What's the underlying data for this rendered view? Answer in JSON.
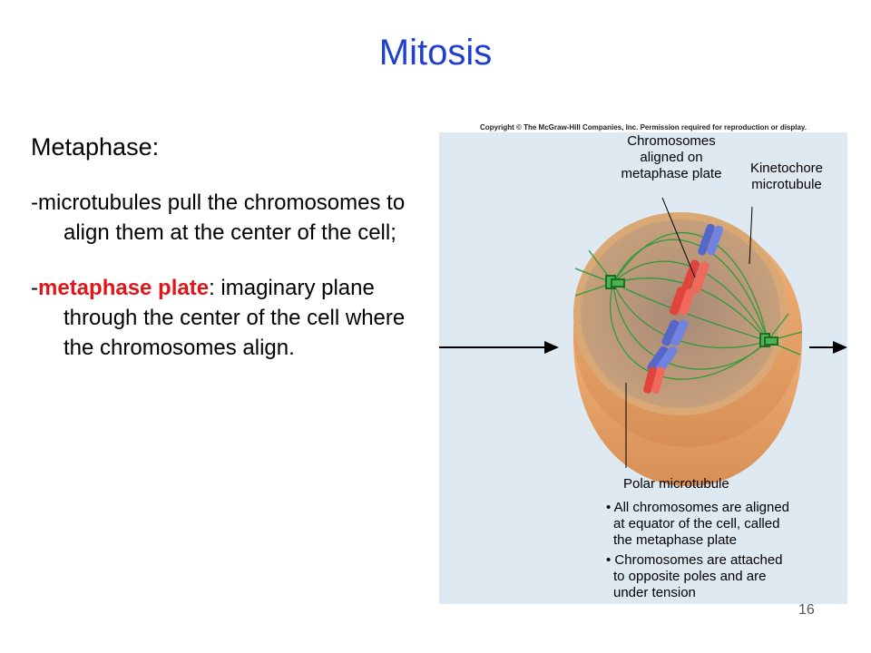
{
  "slide": {
    "title": "Mitosis",
    "number": "16"
  },
  "content": {
    "heading": "Metaphase:",
    "bullet1": "-microtubules pull the chromosomes to align them at the center of the cell;",
    "bullet2_prefix": "-",
    "bullet2_term": "metaphase plate",
    "bullet2_rest": ": imaginary plane through the center of the cell where the chromosomes align."
  },
  "figure": {
    "copyright": "Copyright © The McGraw-Hill Companies, Inc. Permission required for reproduction or display.",
    "label_chromosomes": [
      "Chromosomes",
      "aligned on",
      "metaphase plate"
    ],
    "label_kinetochore": [
      "Kinetochore",
      "microtubule"
    ],
    "label_polar": "Polar microtubule",
    "notes": [
      [
        "• All chromosomes are aligned",
        "at equator of the cell, called",
        "the metaphase plate"
      ],
      [
        "• Chromosomes are attached",
        "to opposite poles and are",
        "under tension"
      ]
    ],
    "colors": {
      "background": "#dfe9f2",
      "cell_body": "#e8a765",
      "cell_top": "#c49a74",
      "spindle": "#2f9a3a",
      "chromosome_red": "#e0453c",
      "chromosome_blue": "#5567c8"
    }
  }
}
